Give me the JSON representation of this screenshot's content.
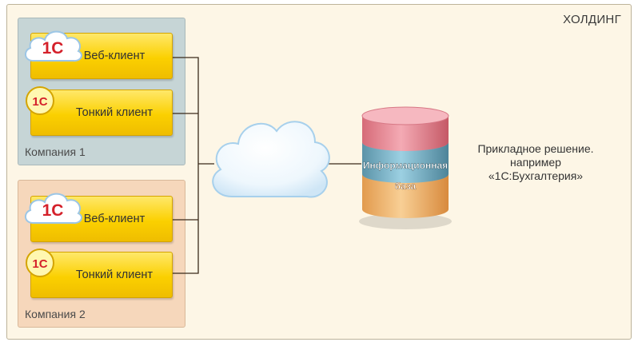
{
  "holding": {
    "label": "ХОЛДИНГ"
  },
  "companies": [
    {
      "label": "Компания 1",
      "clients": [
        {
          "label": "Веб-клиент",
          "icon": "1c-cloud-icon"
        },
        {
          "label": "Тонкий клиент",
          "icon": "1c-badge-icon"
        }
      ]
    },
    {
      "label": "Компания 2",
      "clients": [
        {
          "label": "Веб-клиент",
          "icon": "1c-cloud-icon"
        },
        {
          "label": "Тонкий клиент",
          "icon": "1c-badge-icon"
        }
      ]
    }
  ],
  "logo_text": "1С",
  "network": {
    "icon": "internet-cloud-icon"
  },
  "database": {
    "line1": "Информационная",
    "line2": "база",
    "icon": "database-cylinder-icon"
  },
  "solution": {
    "line1": "Прикладное решение.",
    "line2": "например",
    "line3": "«1С:Бухгалтерия»"
  },
  "colors": {
    "holding_bg": "#fdf6e6",
    "company1_bg": "#c6d5d6",
    "company2_bg": "#f6d7bb",
    "client_fill": "#fbd000",
    "logo_red": "#d4202a"
  }
}
